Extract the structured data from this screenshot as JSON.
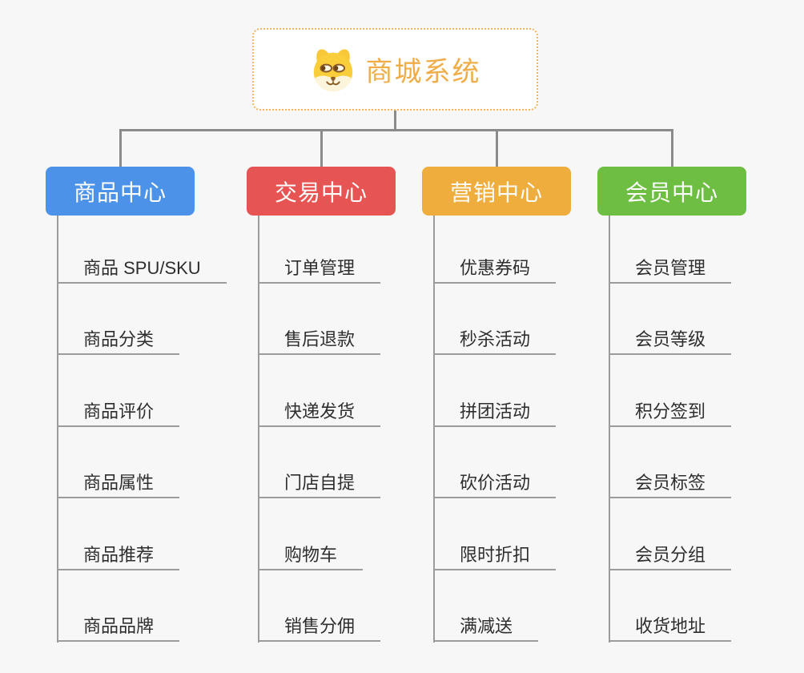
{
  "root": {
    "title": "商城系统",
    "icon": "doge-dog-face",
    "title_color": "#F0AD47",
    "border_color": "#F2B45E",
    "background": "#FFFFFF"
  },
  "connector_color": "#8B8B8B",
  "underline_color": "#9C9C9C",
  "canvas_background": "#F7F7F7",
  "branches": [
    {
      "label": "商品中心",
      "color": "#4B92E8",
      "children": [
        "商品 SPU/SKU",
        "商品分类",
        "商品评价",
        "商品属性",
        "商品推荐",
        "商品品牌"
      ]
    },
    {
      "label": "交易中心",
      "color": "#E65553",
      "children": [
        "订单管理",
        "售后退款",
        "快递发货",
        "门店自提",
        "购物车",
        "销售分佣"
      ]
    },
    {
      "label": "营销中心",
      "color": "#EFAD3E",
      "children": [
        "优惠券码",
        "秒杀活动",
        "拼团活动",
        "砍价活动",
        "限时折扣",
        "满减送"
      ]
    },
    {
      "label": "会员中心",
      "color": "#6DBE43",
      "children": [
        "会员管理",
        "会员等级",
        "积分签到",
        "会员标签",
        "会员分组",
        "收货地址"
      ]
    }
  ]
}
